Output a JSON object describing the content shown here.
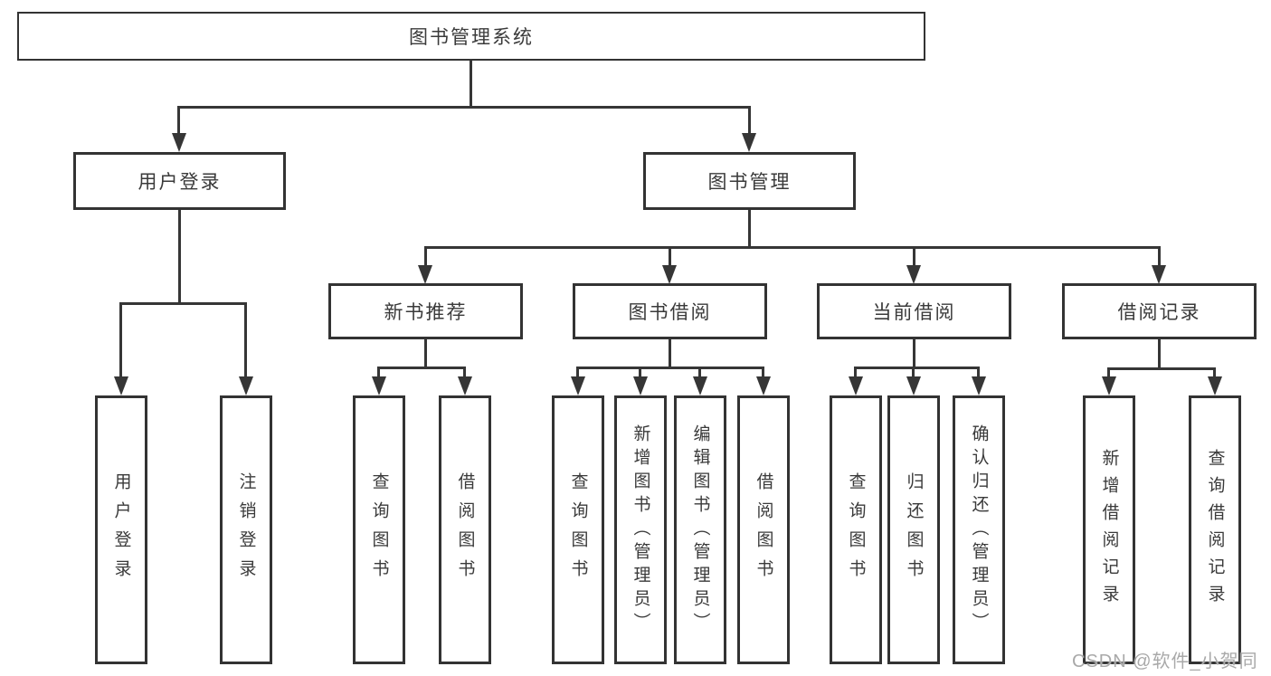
{
  "colors": {
    "line": "#363636",
    "box_border": "#333333",
    "text": "#3a3a3a",
    "background": "#ffffff",
    "watermark": "#a9a9a9"
  },
  "diagram": {
    "type": "tree",
    "root": {
      "label": "图书管理系统",
      "children": [
        {
          "label": "用户登录",
          "children": [
            {
              "label": "用户登录"
            },
            {
              "label": "注销登录"
            }
          ]
        },
        {
          "label": "图书管理",
          "children": [
            {
              "label": "新书推荐",
              "children": [
                {
                  "label": "查询图书"
                },
                {
                  "label": "借阅图书"
                }
              ]
            },
            {
              "label": "图书借阅",
              "children": [
                {
                  "label": "查询图书"
                },
                {
                  "label": "新增图书（管理员）"
                },
                {
                  "label": "编辑图书（管理员）"
                },
                {
                  "label": "借阅图书"
                }
              ]
            },
            {
              "label": "当前借阅",
              "children": [
                {
                  "label": "查询图书"
                },
                {
                  "label": "归还图书"
                },
                {
                  "label": "确认归还（管理员）"
                }
              ]
            },
            {
              "label": "借阅记录",
              "children": [
                {
                  "label": "新增借阅记录"
                },
                {
                  "label": "查询借阅记录"
                }
              ]
            }
          ]
        }
      ]
    }
  },
  "watermark": {
    "text": "CSDN @软件_小贺同学"
  }
}
